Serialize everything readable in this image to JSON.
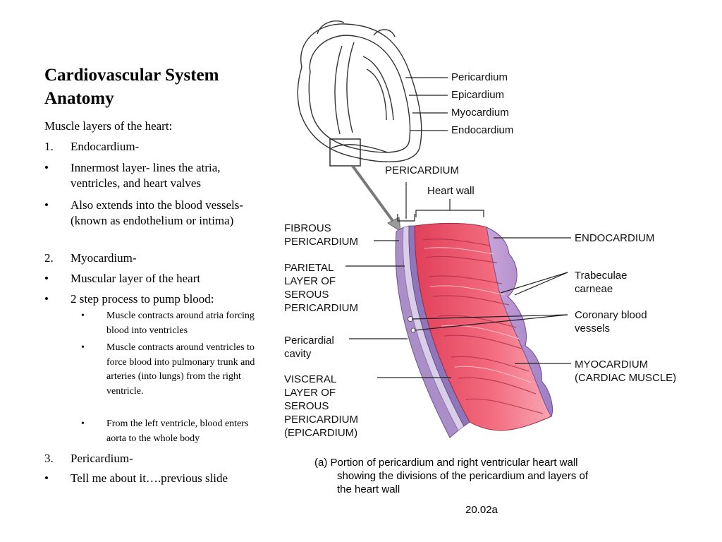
{
  "slide": {
    "title_line1": "Cardiovascular System",
    "title_line2": "Anatomy",
    "subtitle": "Muscle layers of the heart:",
    "items": [
      {
        "marker": "1.",
        "text": "Endocardium-"
      },
      {
        "marker": "•",
        "text": "Innermost layer- lines the atria, ventricles, and heart valves"
      },
      {
        "marker": "•",
        "text": "Also extends into the blood vessels- (known as endothelium or intima)"
      },
      {
        "marker": "2.",
        "text": "Myocardium-"
      },
      {
        "marker": "•",
        "text": "Muscular layer of the heart"
      },
      {
        "marker": "•",
        "text": "2 step process to pump blood:"
      }
    ],
    "subitems": [
      {
        "marker": "•",
        "text": "Muscle contracts around atria forcing blood into ventricles"
      },
      {
        "marker": "•",
        "text": "Muscle contracts around ventricles to force blood into pulmonary trunk and arteries (into lungs) from the right ventricle."
      },
      {
        "marker": "•",
        "text": "From the left ventricle, blood enters aorta to the whole body"
      }
    ],
    "tail_items": [
      {
        "marker": "3.",
        "text": "Pericardium-"
      },
      {
        "marker": "•",
        "text": "Tell me about it….previous slide"
      }
    ]
  },
  "figure": {
    "labels": {
      "pericardium": "Pericardium",
      "epicardium": "Epicardium",
      "myocardium": "Myocardium",
      "endocardium": "Endocardium",
      "pericardium_caps": "PERICARDIUM",
      "heart_wall": "Heart wall",
      "fibrous_1": "FIBROUS",
      "fibrous_2": "PERICARDIUM",
      "endocardium_caps": "ENDOCARDIUM",
      "parietal_1": "PARIETAL",
      "parietal_2": "LAYER OF",
      "parietal_3": "SEROUS",
      "parietal_4": "PERICARDIUM",
      "trabeculae_1": "Trabeculae",
      "trabeculae_2": "carneae",
      "coronary_1": "Coronary blood",
      "coronary_2": "vessels",
      "pericardial_cavity_1": "Pericardial",
      "pericardial_cavity_2": "cavity",
      "myocardium_caps_1": "MYOCARDIUM",
      "myocardium_caps_2": "(CARDIAC MUSCLE)",
      "visceral_1": "VISCERAL",
      "visceral_2": "LAYER OF",
      "visceral_3": "SEROUS",
      "visceral_4": "PERICARDIUM",
      "visceral_5": "(EPICARDIUM)"
    },
    "caption_line1": "(a) Portion of pericardium and right ventricular heart wall",
    "caption_line2": "showing the divisions of the pericardium and layers of",
    "caption_line3": "the heart wall",
    "figure_id": "20.02a"
  }
}
